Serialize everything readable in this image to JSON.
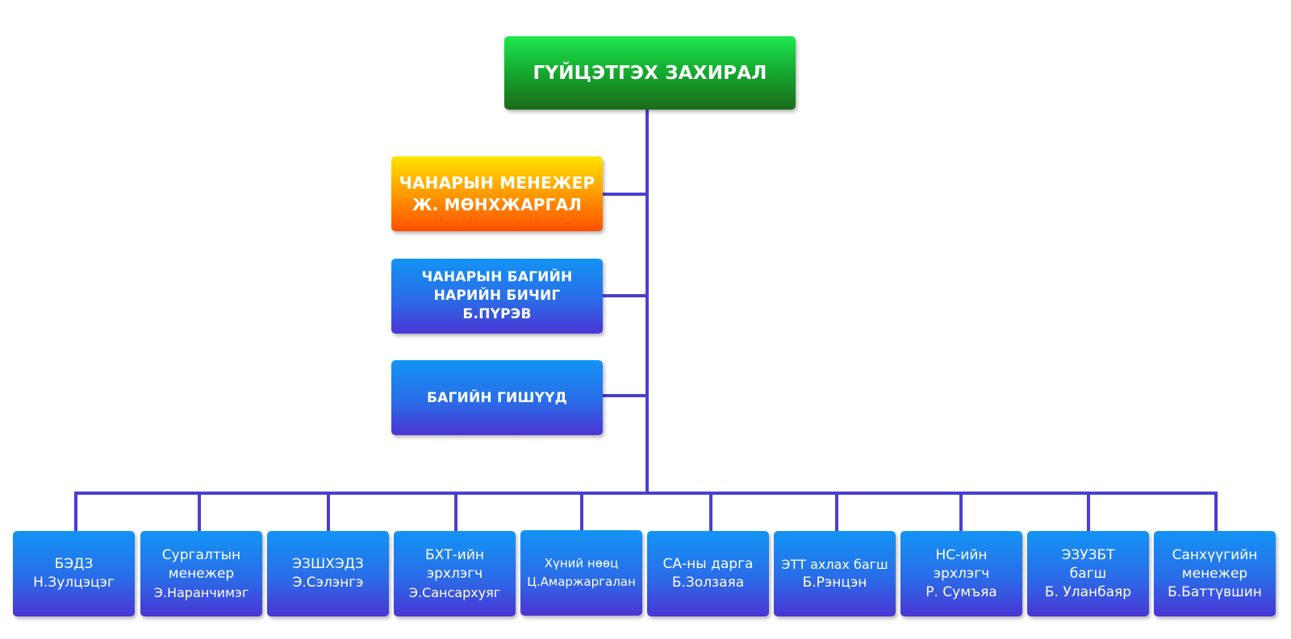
{
  "director": {
    "label": "ГҮЙЦЭТГЭХ ЗАХИРАЛ"
  },
  "staff": [
    {
      "lines": [
        "ЧАНАРЫН МЕНЕЖЕР",
        "Ж. МӨНХЖАРГАЛ"
      ],
      "color": "orange"
    },
    {
      "lines": [
        "ЧАНАРЫН БАГИЙН",
        "НАРИЙН БИЧИГ",
        "Б.ПҮРЭВ"
      ],
      "color": "blue"
    },
    {
      "lines": [
        "БАГИЙН ГИШҮҮД"
      ],
      "color": "blue"
    }
  ],
  "departments": [
    {
      "lines": [
        "БЭДЗ",
        "Н.Зулцэцэг"
      ]
    },
    {
      "lines": [
        "Сургалтын",
        "менежер",
        "Э.Наранчимэг"
      ]
    },
    {
      "lines": [
        "ЭЗШХЭДЗ",
        "Э.Сэлэнгэ"
      ]
    },
    {
      "lines": [
        "БХТ-ийн",
        "эрхлэгч",
        "Э.Сансархуяг"
      ]
    },
    {
      "lines": [
        "Хүний нөөц",
        "Ц.Амаржаргалан"
      ]
    },
    {
      "lines": [
        "СА-ны дарга",
        "Б.Золзаяа"
      ]
    },
    {
      "lines": [
        "ЭТТ ахлах багш",
        "Б.Рэнцэн"
      ]
    },
    {
      "lines": [
        "НС-ийн",
        "эрхлэгч",
        "Р. Сумъяа"
      ]
    },
    {
      "lines": [
        "ЭЗУЗБТ",
        "багш",
        "Б. Уланбаяр"
      ]
    },
    {
      "lines": [
        "Санхүүгийн",
        "менежер",
        "Б.Баттүвшин"
      ]
    }
  ],
  "colors": {
    "connector": "#4a3fd0",
    "green_top": "#1ee84f",
    "green_bottom": "#1c6a1a",
    "orange_top": "#ffe400",
    "orange_bottom": "#ff4f00",
    "blue_top": "#1294f4",
    "blue_bottom": "#4a35d4"
  }
}
